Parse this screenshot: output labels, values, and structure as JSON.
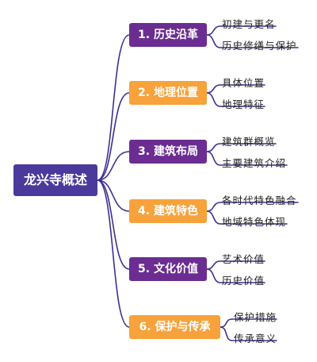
{
  "colors": {
    "root": "#4b3a9b",
    "branch_purple": "#6b2d91",
    "branch_orange": "#f7a23b",
    "line": "#3e2f8f"
  },
  "root": {
    "label": "龙兴寺概述"
  },
  "branches": [
    {
      "label": "1. 历史沿革",
      "color": "#6b2d91",
      "children": [
        "初建与更名",
        "历史修缮与保护"
      ]
    },
    {
      "label": "2. 地理位置",
      "color": "#f7a23b",
      "children": [
        "具体位置",
        "地理特征"
      ]
    },
    {
      "label": "3. 建筑布局",
      "color": "#6b2d91",
      "children": [
        "建筑群概览",
        "主要建筑介绍"
      ]
    },
    {
      "label": "4. 建筑特色",
      "color": "#f7a23b",
      "children": [
        "各时代特色融合",
        "地域特色体现"
      ]
    },
    {
      "label": "5. 文化价值",
      "color": "#6b2d91",
      "children": [
        "艺术价值",
        "历史价值"
      ]
    },
    {
      "label": "6. 保护与传承",
      "color": "#f7a23b",
      "children": [
        "保护措施",
        "传承意义"
      ]
    }
  ]
}
